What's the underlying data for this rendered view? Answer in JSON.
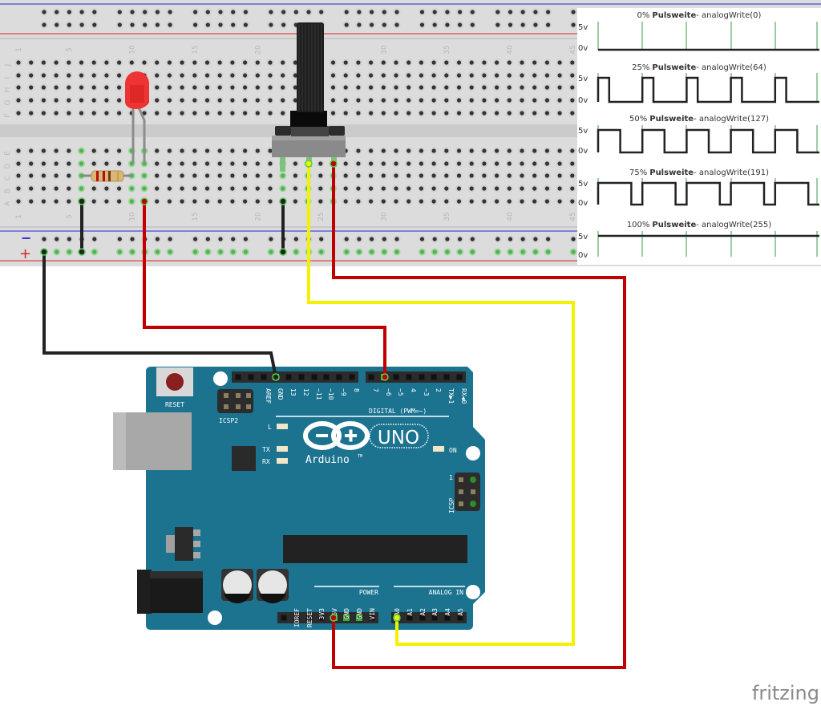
{
  "breadboard": {
    "row_letters_top": [
      "J",
      "I",
      "H",
      "G",
      "F"
    ],
    "row_letters_bottom": [
      "E",
      "D",
      "C",
      "B",
      "A"
    ],
    "column_numbers": [
      "1",
      "5",
      "10",
      "15",
      "20",
      "25",
      "30",
      "35",
      "40",
      "45"
    ],
    "rail_minus": "−",
    "rail_plus": "+"
  },
  "arduino": {
    "reset_label": "RESET",
    "icsp2_label": "ICSP2",
    "icsp_label": "ICSP",
    "icsp_pin1": "1",
    "digital_label": "DIGITAL (PWM=~)",
    "digital_pins_a": [
      "",
      "",
      "AREF",
      "GND",
      "13",
      "12",
      "~11",
      "~10",
      "~9",
      "8"
    ],
    "digital_pins_b": [
      "7",
      "~6",
      "~5",
      "4",
      "~3",
      "2",
      "TX▶1",
      "RX◀0"
    ],
    "led_l": "L",
    "led_tx": "TX",
    "led_rx": "RX",
    "led_on": "ON",
    "logo_text": "Arduino",
    "logo_tm": "TM",
    "model": "UNO",
    "power_label": "POWER",
    "power_pins": [
      "",
      "IOREF",
      "RESET",
      "3V3",
      "5V",
      "GND",
      "GND",
      "VIN"
    ],
    "analog_label": "ANALOG IN",
    "analog_pins": [
      "A0",
      "A1",
      "A2",
      "A3",
      "A4",
      "A5"
    ],
    "board_color": "#1b7390"
  },
  "wires": {
    "black": "#222222",
    "red": "#c00000",
    "yellow": "#f2f200"
  },
  "pwm_chart": {
    "high_label": "5v",
    "low_label": "0v",
    "panels": [
      {
        "percent": "0%",
        "bold": "Pulsweite",
        "func": "- analogWrite(0)",
        "duty": 0
      },
      {
        "percent": "25%",
        "bold": "Pulsweite",
        "func": "- analogWrite(64)",
        "duty": 25
      },
      {
        "percent": "50%",
        "bold": "Pulsweite",
        "func": "- analogWrite(127)",
        "duty": 50
      },
      {
        "percent": "75%",
        "bold": "Pulsweite",
        "func": "- analogWrite(191)",
        "duty": 75
      },
      {
        "percent": "100%",
        "bold": "Pulsweite",
        "func": "- analogWrite(255)",
        "duty": 100
      }
    ]
  },
  "watermark": "fritzing"
}
